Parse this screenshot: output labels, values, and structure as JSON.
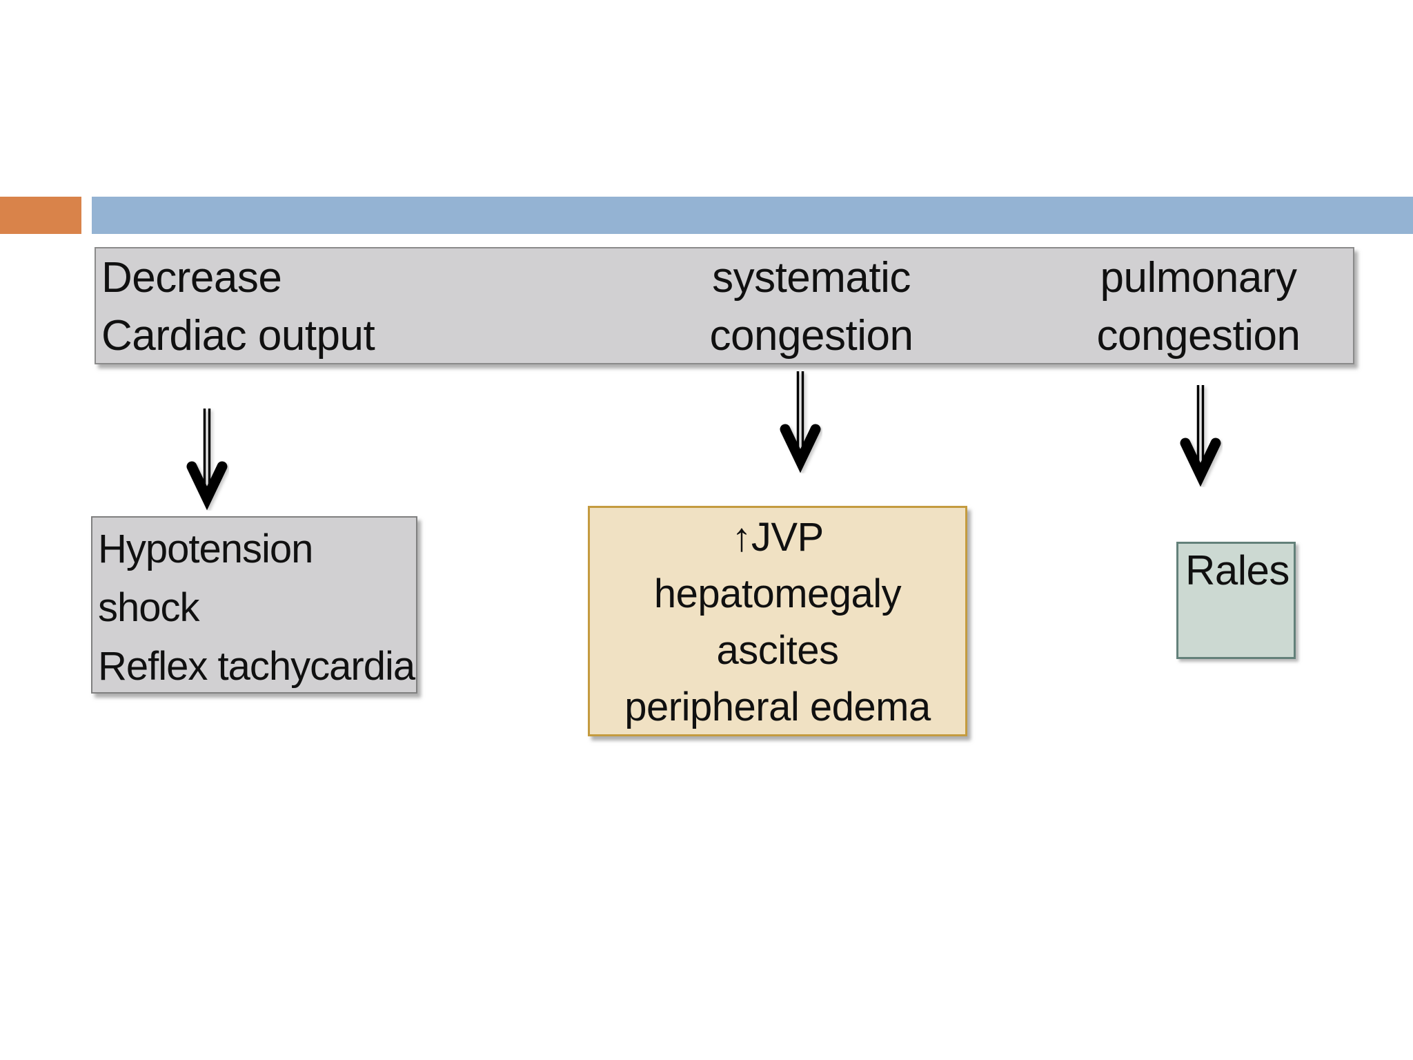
{
  "slide": {
    "background": "#ffffff",
    "accent_bar": {
      "orange_color": "#d9834a",
      "blue_color": "#94b3d3"
    },
    "header": {
      "bg_color": "#d1d0d2",
      "border_color": "#8a8a8a",
      "columns": [
        {
          "id": "decrease-cardiac-output",
          "line1": "Decrease",
          "line2": "Cardiac output"
        },
        {
          "id": "systematic-congestion",
          "line1": "systematic",
          "line2": "congestion"
        },
        {
          "id": "pulmonary-congestion",
          "line1": "pulmonary",
          "line2": "congestion"
        }
      ]
    },
    "arrow_color": "#000000",
    "outcome_boxes": {
      "low_output": {
        "bg_color": "#d1d0d2",
        "border_color": "#7f7f7f",
        "line1": "Hypotension",
        "line2": "shock",
        "line3": "Reflex tachycardia"
      },
      "systemic": {
        "bg_color": "#f0e1c3",
        "border_color": "#c49b3f",
        "line1": "↑JVP",
        "line2": "hepatomegaly",
        "line3": "ascites",
        "line4": "peripheral edema"
      },
      "pulmonary": {
        "bg_color": "#ccd9d2",
        "border_color": "#63817a",
        "line1": "Rales"
      }
    }
  }
}
